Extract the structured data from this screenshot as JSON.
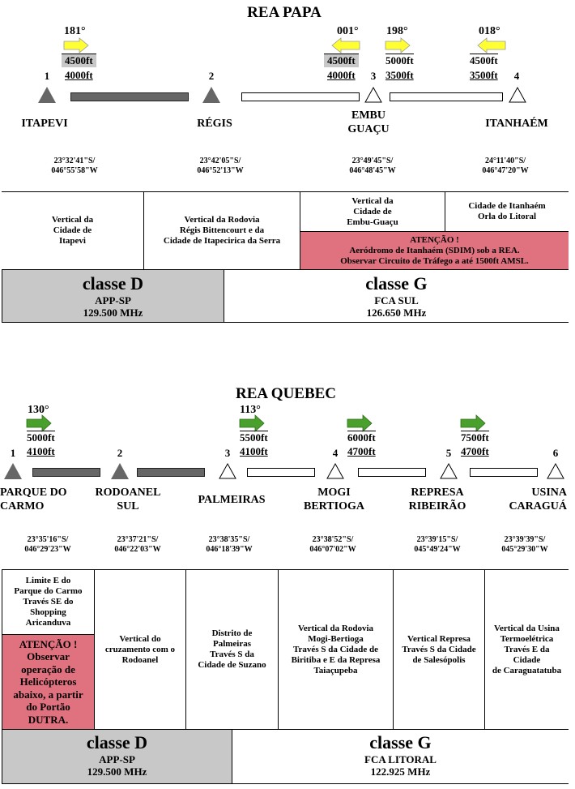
{
  "papa": {
    "title": "REA PAPA",
    "headings": [
      "181°",
      "001°",
      "198°",
      "018°"
    ],
    "alts": [
      {
        "top": "4500ft",
        "bot": "4000ft"
      },
      {
        "top": "4500ft",
        "bot": "4000ft"
      },
      {
        "top": "5000ft",
        "bot": "3500ft"
      },
      {
        "top": "4500ft",
        "bot": "3500ft"
      }
    ],
    "waypoints": [
      {
        "num": "1",
        "name": "ITAPEVI",
        "lat": "23°32'41\"S/",
        "lon": "046°55'58\"W"
      },
      {
        "num": "2",
        "name": "RÉGIS",
        "lat": "23°42'05\"S/",
        "lon": "046°52'13\"W"
      },
      {
        "num": "3",
        "name": "EMBU\nGUAÇU",
        "lat": "23°49'45\"S/",
        "lon": "046°48'45\"W"
      },
      {
        "num": "4",
        "name": "ITANHAÉM",
        "lat": "24°11'40\"S/",
        "lon": "046°47'20\"W"
      }
    ],
    "cells": [
      "Vertical da\nCidade de\nItapevi",
      "Vertical da Rodovia\nRégis Bittencourt e da\nCidade de Itapecirica da Serra",
      "Vertical da\nCidade de\nEmbu-Guaçu",
      "Cidade de Itanhaém\nOrla do Litoral"
    ],
    "alert": "ATENÇÃO !\nAeródromo de Itanhaém (SDIM) sob a REA.\nObservar Circuito de Tráfego a até 1500ft AMSL.",
    "classD": {
      "cls": "classe D",
      "unit": "APP-SP",
      "freq": "129.500 MHz"
    },
    "classG": {
      "cls": "classe G",
      "unit": "FCA SUL",
      "freq": "126.650 MHz"
    }
  },
  "quebec": {
    "title": "REA QUEBEC",
    "headings": [
      "130°",
      "113°",
      "",
      ""
    ],
    "alts": [
      {
        "top": "5000ft",
        "bot": "4100ft"
      },
      {
        "top": "5500ft",
        "bot": "4100ft"
      },
      {
        "top": "6000ft",
        "bot": "4700ft"
      },
      {
        "top": "7500ft",
        "bot": "4700ft"
      }
    ],
    "waypoints": [
      {
        "num": "1",
        "name": "PARQUE DO\nCARMO",
        "lat": "23°35'16\"S/",
        "lon": "046°29'23\"W"
      },
      {
        "num": "2",
        "name": "RODOANEL\nSUL",
        "lat": "23°37'21\"S/",
        "lon": "046°22'03\"W"
      },
      {
        "num": "3",
        "name": "PALMEIRAS",
        "lat": "23°38'35\"S/",
        "lon": "046°18'39\"W"
      },
      {
        "num": "4",
        "name": "MOGI\nBERTIOGA",
        "lat": "23°38'52\"S/",
        "lon": "046°07'02\"W"
      },
      {
        "num": "5",
        "name": "REPRESA\nRIBEIRÃO",
        "lat": "23°39'15\"S/",
        "lon": "045°49'24\"W"
      },
      {
        "num": "6",
        "name": "USINA\nCARAGUÁ",
        "lat": "23°39'39\"S/",
        "lon": "045°29'30\"W"
      }
    ],
    "cells": [
      "Limite E do\nParque do Carmo\nTravés SE do\nShopping\nAricanduva",
      "Vertical do\ncruzamento com o\nRodoanel",
      "Distrito  de\nPalmeiras\nTravés S da\nCidade de Suzano",
      "Vertical da Rodovia\nMogi-Bertioga\nTravés S da Cidade de\nBiritiba e E da Represa\nTaiaçupeba",
      "Vertical Represa\nTravés S da Cidade\nde Salesópolis",
      "Vertical da Usina\nTermoelétrica\nTravés E da\nCidade\nde Caraguatatuba"
    ],
    "alert": "ATENÇÃO !\nObservar\noperação de\nHelicópteros\nabaixo, a partir\ndo Portão\nDUTRA.",
    "classD": {
      "cls": "classe D",
      "unit": "APP-SP",
      "freq": "129.500 MHz"
    },
    "classG": {
      "cls": "classe G",
      "unit": "FCA LITORAL",
      "freq": "122.925 MHz"
    }
  },
  "colors": {
    "arrow_yellow": "#ffff33",
    "arrow_green": "#4aa02c",
    "alert_bg": "#e0727f",
    "gray": "#c8c8c8"
  }
}
